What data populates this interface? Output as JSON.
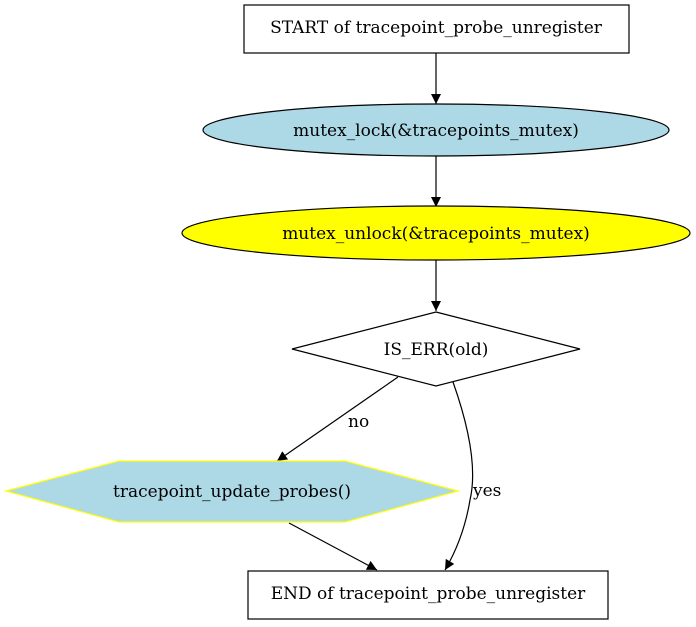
{
  "nodes": {
    "start": {
      "label": "START of tracepoint_probe_unregister",
      "fill": "#ffffff"
    },
    "lock": {
      "label": "mutex_lock(&tracepoints_mutex)",
      "fill": "#add8e6"
    },
    "unlock": {
      "label": "mutex_unlock(&tracepoints_mutex)",
      "fill": "#ffff00"
    },
    "check": {
      "label": "IS_ERR(old)",
      "fill": "#ffffff"
    },
    "update": {
      "label": "tracepoint_update_probes()",
      "fill": "#add8e6",
      "border": "#ffff00"
    },
    "end": {
      "label": "END of tracepoint_probe_unregister",
      "fill": "#ffffff"
    }
  },
  "edges": {
    "no_label": "no",
    "yes_label": "yes"
  }
}
